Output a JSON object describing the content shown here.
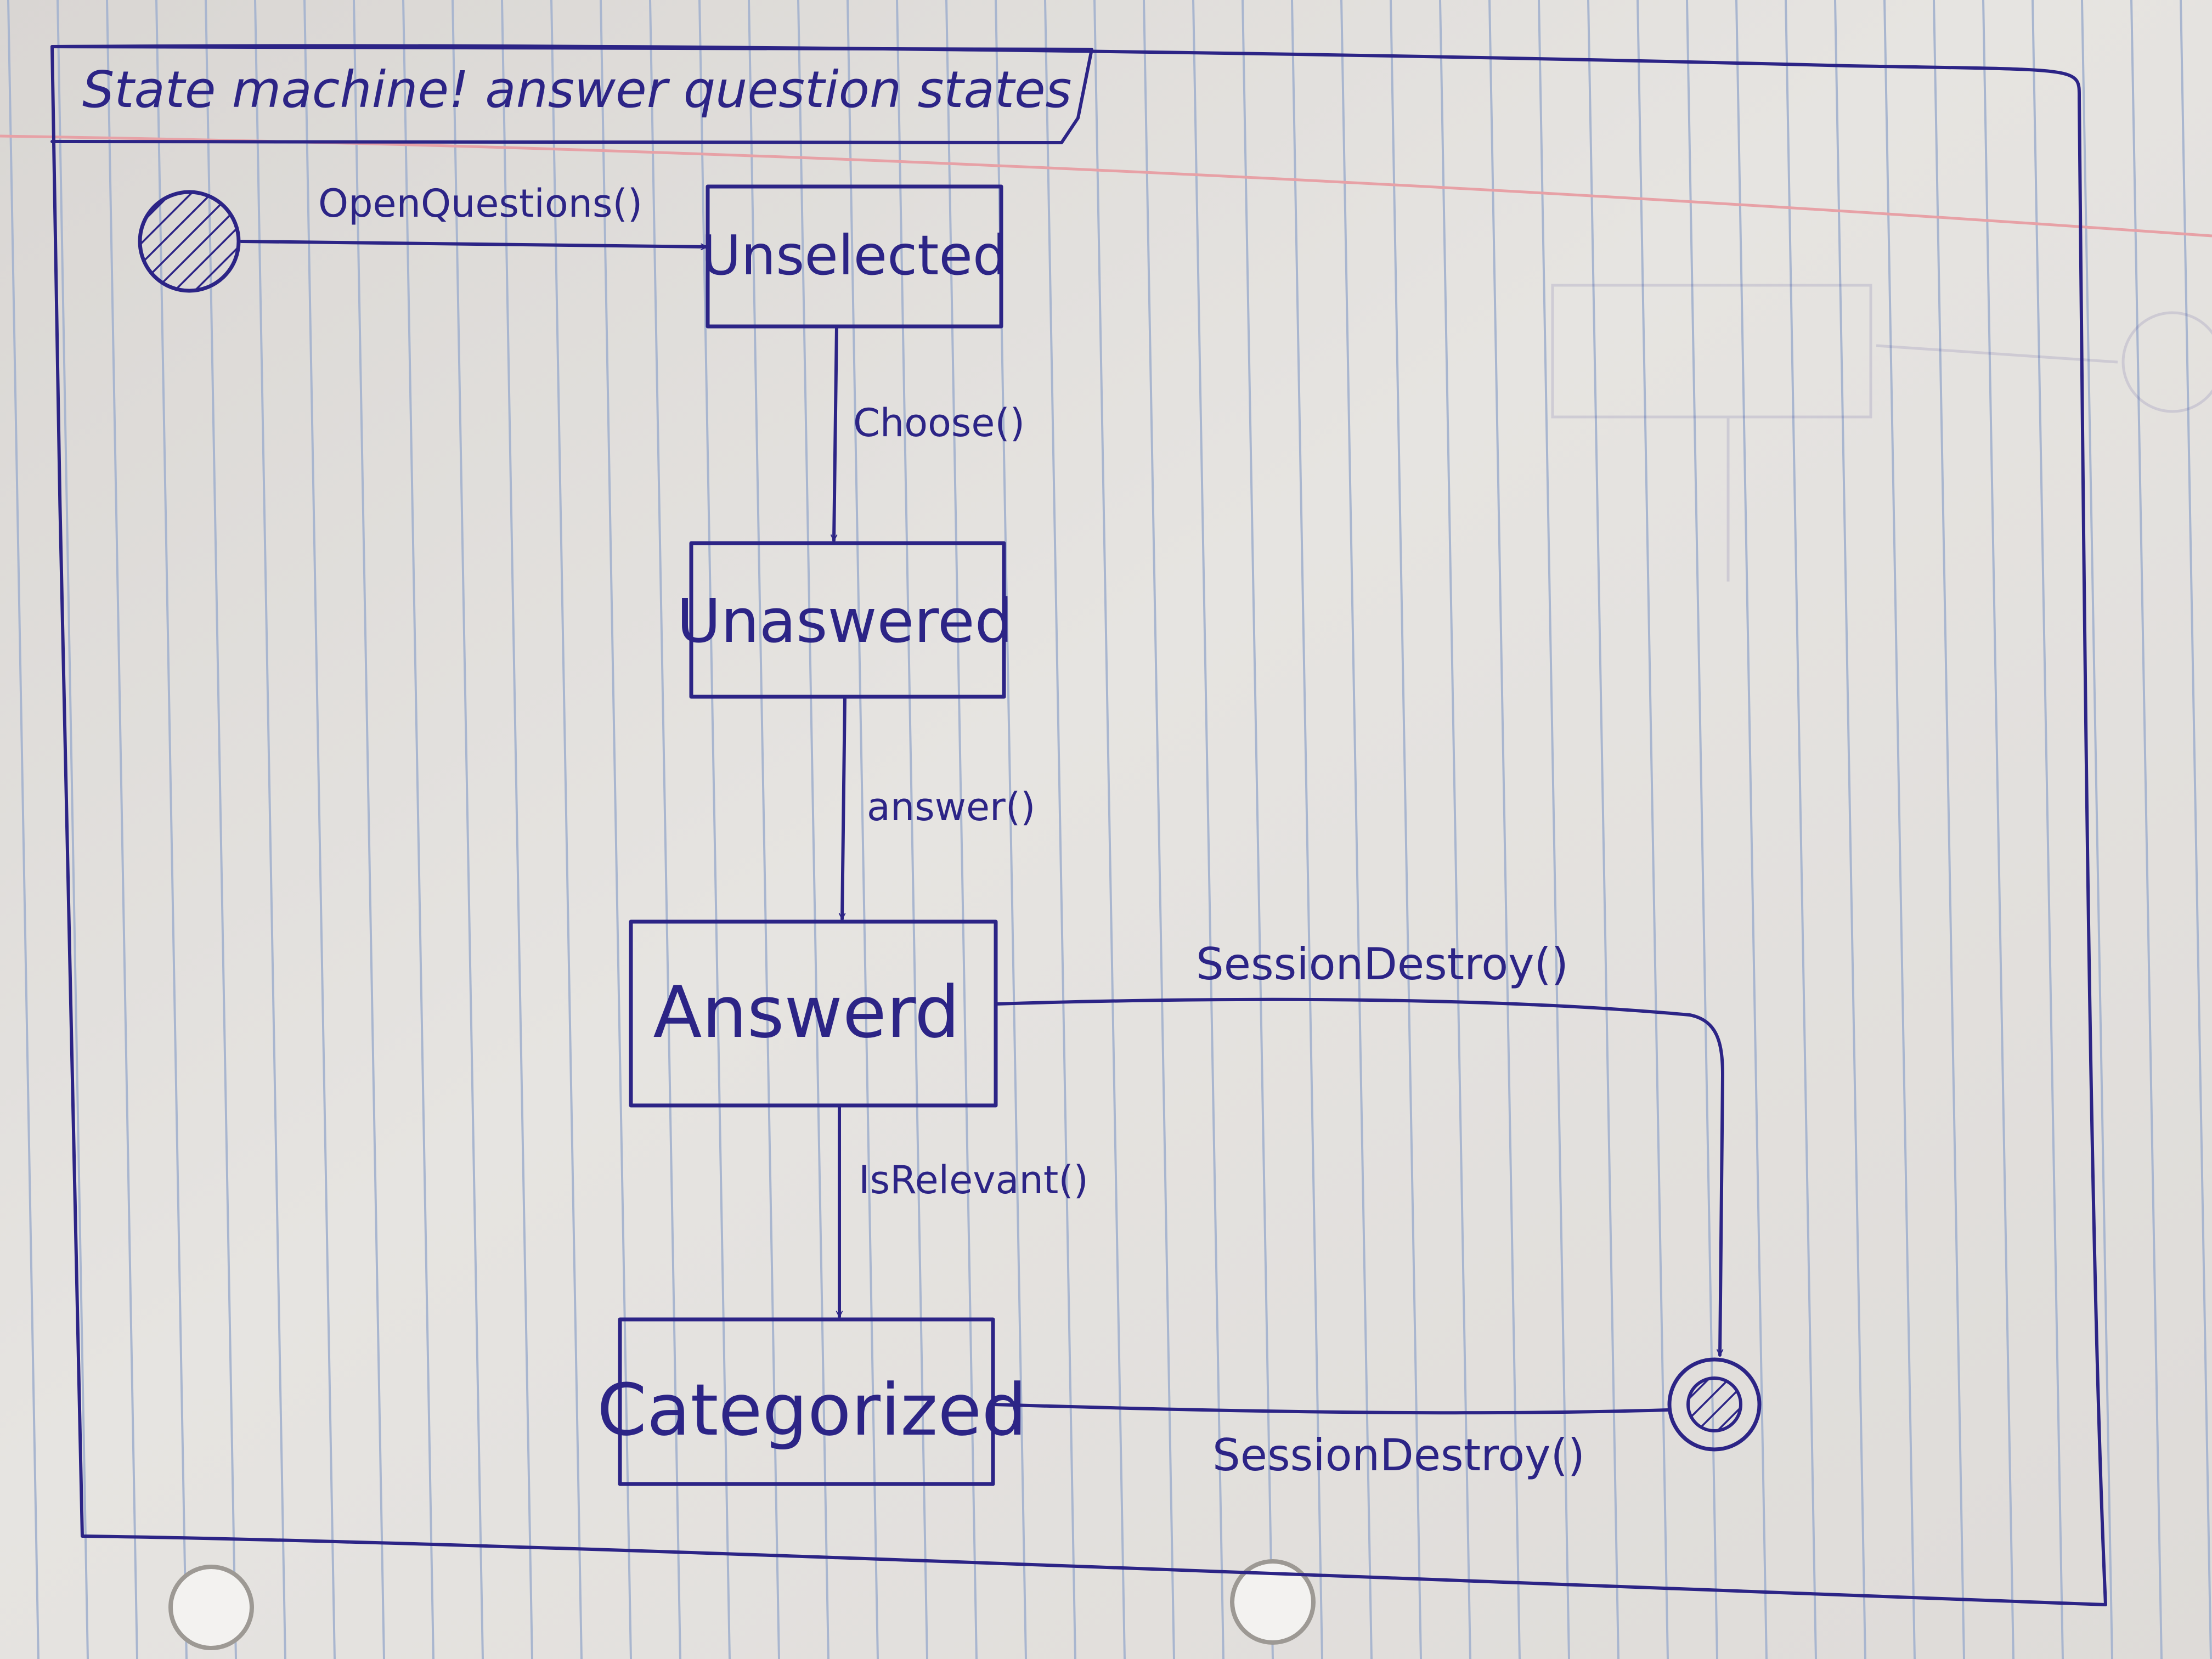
{
  "frame": {
    "title": "State machine! answer question states"
  },
  "states": [
    {
      "id": "unselected",
      "label": "Unselected"
    },
    {
      "id": "unanswered",
      "label": "Unaswered"
    },
    {
      "id": "answered",
      "label": "Answerd"
    },
    {
      "id": "categorized",
      "label": "Categorized"
    }
  ],
  "transitions": [
    {
      "id": "t1",
      "label": "OpenQuestions()"
    },
    {
      "id": "t2",
      "label": "Choose()"
    },
    {
      "id": "t3",
      "label": "answer()"
    },
    {
      "id": "t4",
      "label": "IsRelevant()"
    },
    {
      "id": "t5",
      "label": "SessionDestroy()"
    },
    {
      "id": "t6",
      "label": "SessionDestroy()"
    }
  ],
  "colors": {
    "ink": "#2c2486",
    "paper": "#e4e2df",
    "ruled_line": "#a9b6cf",
    "margin_line": "#e7a1a6"
  }
}
